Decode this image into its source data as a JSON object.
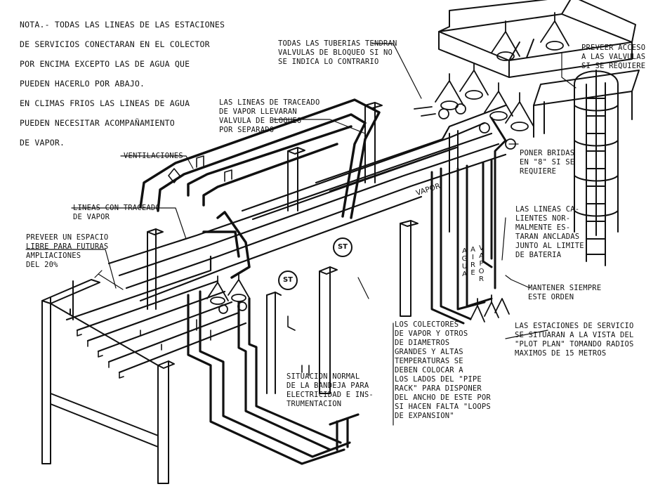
{
  "notes": {
    "main_lines": [
      "NOTA.- TODAS LAS LINEAS DE LAS ESTACIONES",
      "DE SERVICIOS CONECTARAN EN EL COLECTOR",
      "POR ENCIMA EXCEPTO LAS DE AGUA QUE",
      "PUEDEN HACERLO POR ABAJO.",
      "EN CLIMAS FRIOS LAS LINEAS DE AGUA",
      "PUEDEN NECESITAR ACOMPAÑAMIENTO",
      "DE VAPOR."
    ],
    "tuberias": "TODAS LAS TUBERIAS TENDRAN\nVALVULAS DE BLOQUEO SI NO\nSE INDICA LO CONTRARIO",
    "preveer_acceso": "PREVEER ACCESO\nA LAS VALVULAS\nSI SE REQUIERE",
    "traceado": "LAS LINEAS DE TRACEADO\nDE VAPOR LLEVARAN\nVALVULA DE BLOQUEO\nPOR SEPARADO",
    "ventilaciones": "VENTILACIONES",
    "lineas_traceado": "LINEAS CON TRACEADO\nDE VAPOR",
    "espacio_libre": "PREVEER UN ESPACIO\nLIBRE PARA FUTURAS\nAMPLIACIONES\nDEL 20%",
    "bridas": "PONER BRIDAS\nEN \"8\" SI SE\nREQUIERE",
    "lineas_calientes": "LAS LINEAS CA-\nLIENTES NOR-\nMALMENTE ES-\nTARAN ANCLADAS\nJUNTO AL LIMITE\nDE BATERIA",
    "orden": "MANTENER SIEMPRE\nESTE ORDEN",
    "estaciones": "LAS ESTACIONES DE SERVICIO\nSE SITUARAN A LA VISTA DEL\n\"PLOT PLAN\" TOMANDO RADIOS\nMAXIMOS DE 15 METROS",
    "colectores": "LOS COLECTORES\nDE VAPOR Y OTROS\nDE DIAMETROS\nGRANDES Y ALTAS\nTEMPERATURAS SE\nDEBEN COLOCAR A\nLOS LADOS DEL \"PIPE\nRACK\" PARA DISPONER\nDEL ANCHO DE ESTE POR\nSI HACEN FALTA \"LOOPS\nDE EXPANSION\"",
    "bandeja": "SITUACION NORMAL\nDE LA BANDEJA PARA\nELECTRICIDAD E INS-\nTRUMENTACION"
  },
  "pipe_labels": {
    "vapor_box": "VAPOR",
    "vapor_v": "VAPOR",
    "aire_v": "AIRE",
    "agua_v": "AGUA"
  },
  "bubbles": {
    "st1": "ST",
    "st2": "ST"
  },
  "colors": {
    "ink": "#111111",
    "paper": "#ffffff"
  }
}
